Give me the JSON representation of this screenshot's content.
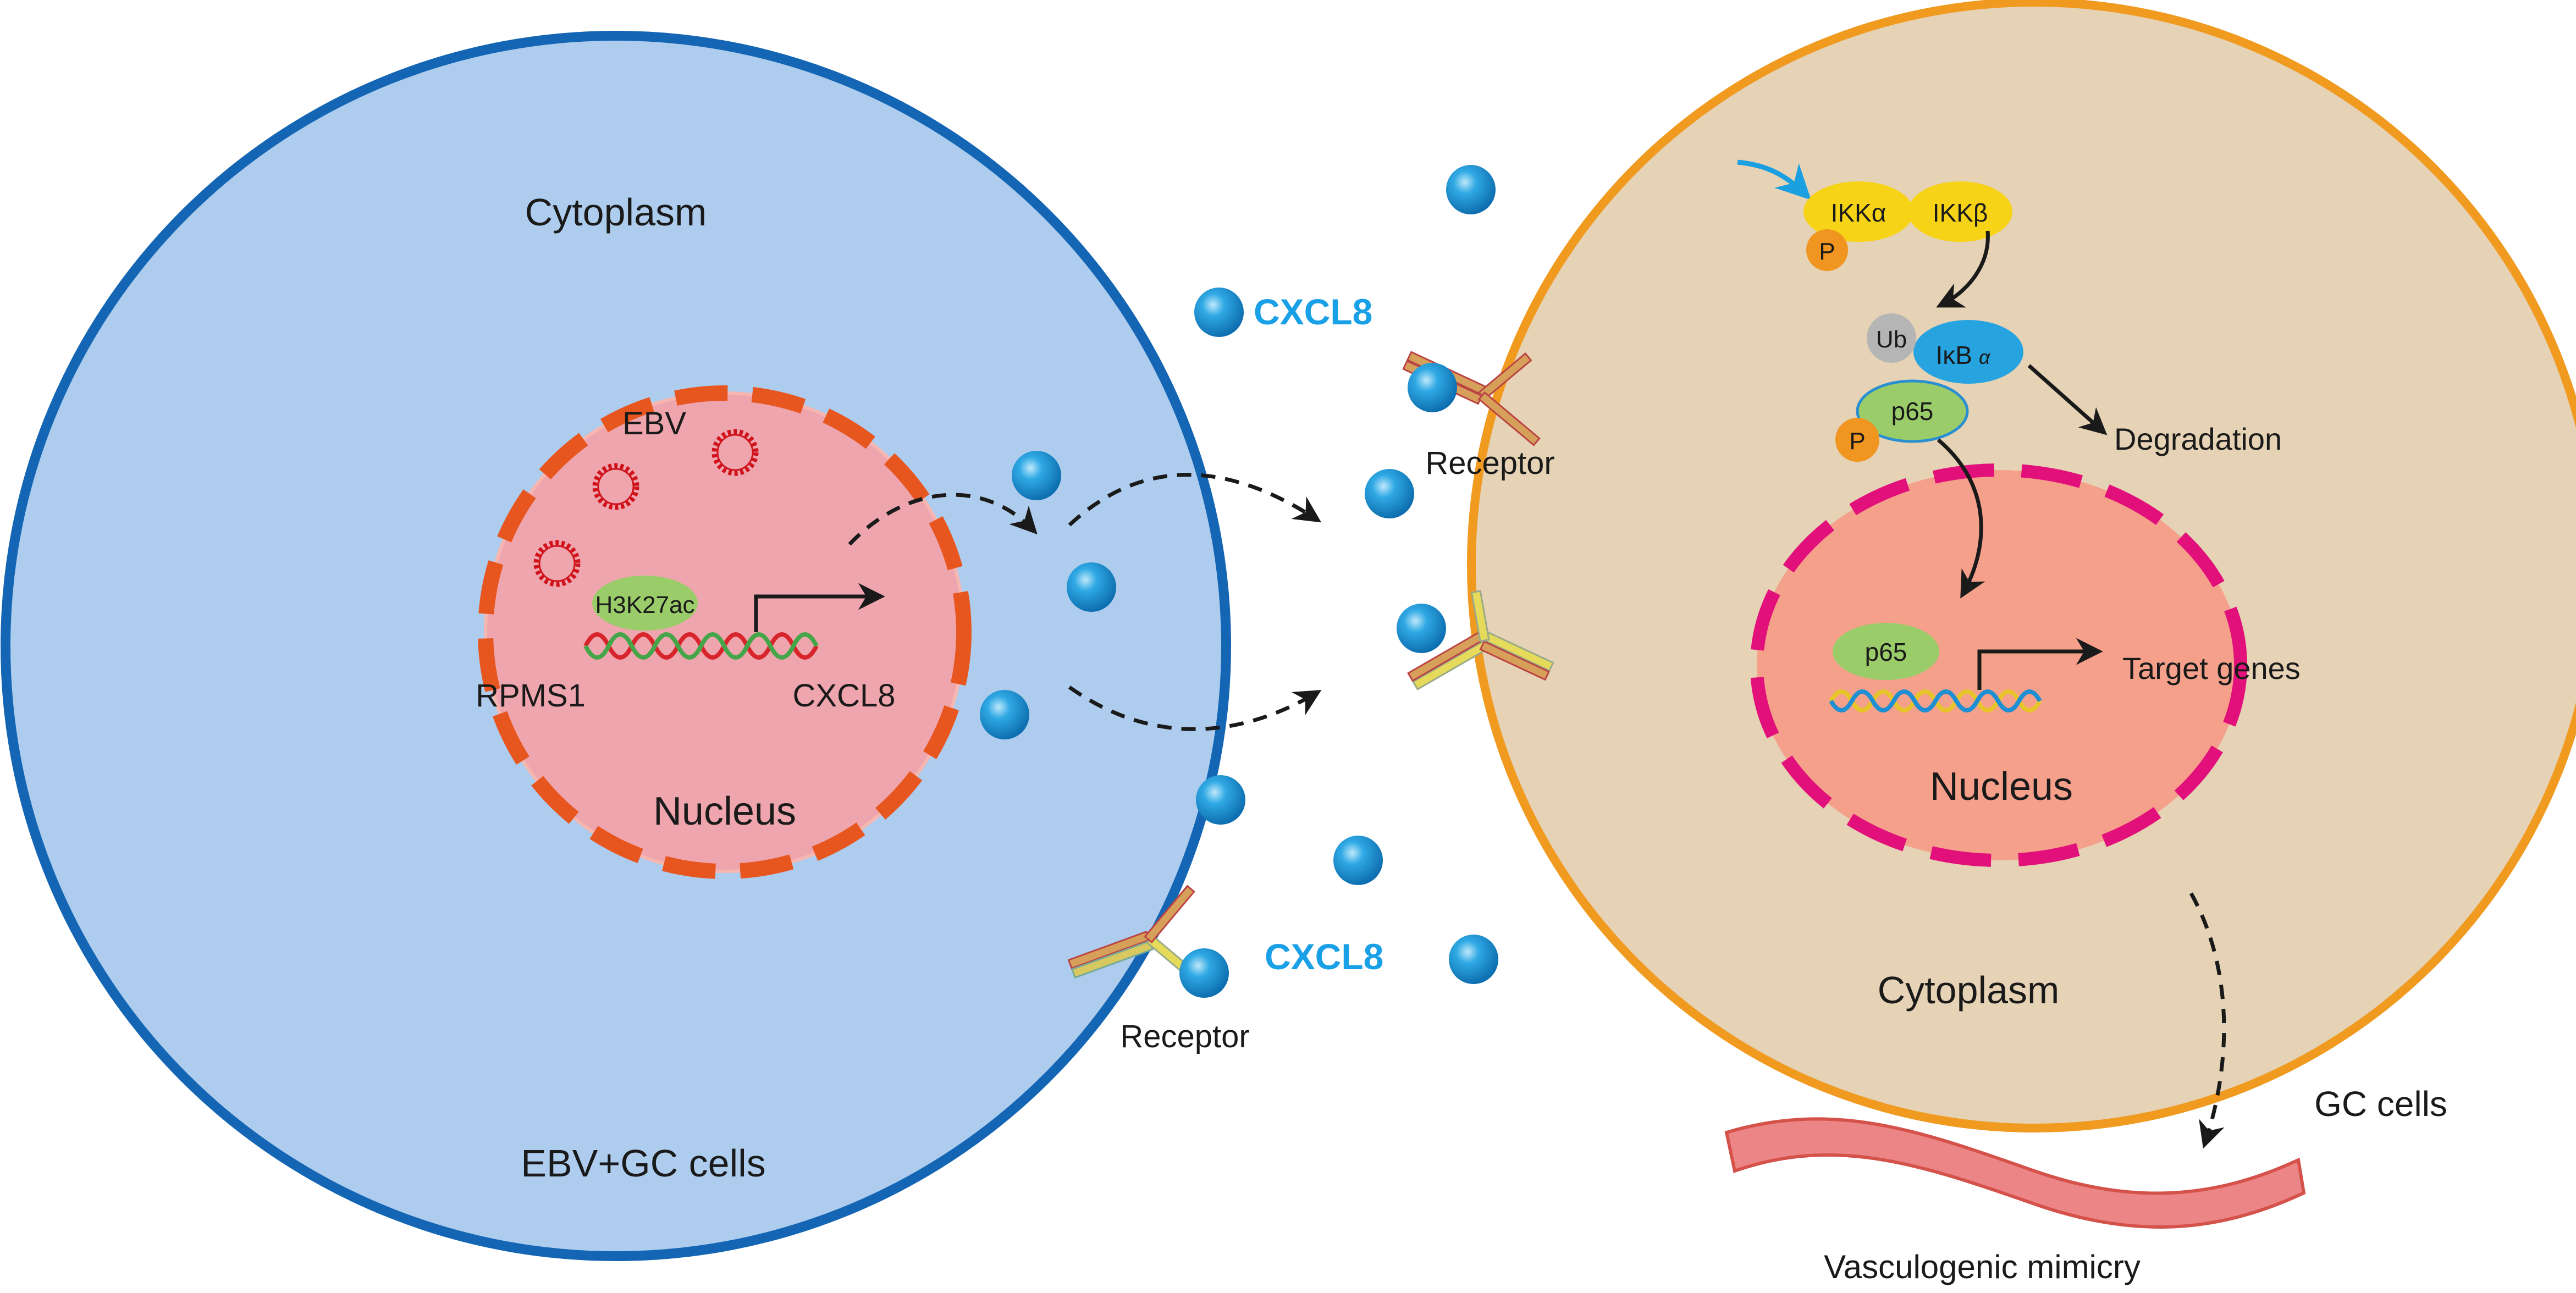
{
  "left_cell": {
    "cytoplasm_label": "Cytoplasm",
    "nucleus_label": "Nucleus",
    "ebv_label": "EBV",
    "histone_mark": "H3K27ac",
    "gene_rpms1": "RPMS1",
    "gene_cxcl8": "CXCL8",
    "cell_type_label": "EBV+GC cells",
    "receptor_label": "Receptor"
  },
  "extracellular": {
    "cytokine_label_top": "CXCL8",
    "cytokine_label_bottom": "CXCL8"
  },
  "right_cell": {
    "receptor_label": "Receptor",
    "ikk_alpha": "IKKα",
    "ikk_beta": "IKKβ",
    "phospho_label_1": "P",
    "ub_label": "Ub",
    "ikb_alpha": "IκB",
    "ikb_alpha_suffix": "α",
    "p65_cytoplasm": "p65",
    "phospho_label_2": "P",
    "degradation_label": "Degradation",
    "p65_nucleus": "p65",
    "target_genes_label": "Target genes",
    "nucleus_label": "Nucleus",
    "cytoplasm_label": "Cytoplasm",
    "cell_type_label": "GC cells"
  },
  "outcome": {
    "vessel_label": "Vasculogenic mimicry"
  },
  "colors": {
    "left_cell_fill": "#aecdee",
    "left_cell_border": "#1466b4",
    "left_nucleus_fill": "#eea5ad",
    "left_nucleus_border": "#e8561f",
    "right_cell_fill": "#e6d2b5",
    "right_cell_border": "#f09a20",
    "right_nucleus_fill": "#f5a08a",
    "right_nucleus_border": "#e2107a",
    "cytokine": "#1a9fe0",
    "cytokine_text": "#1aa0e6",
    "virus": "#d0121b",
    "histone": "#9bcc6a",
    "ikk": "#f6d316",
    "phospho": "#ef9520",
    "ub": "#b5b5b5",
    "ikb": "#27a4e0",
    "vessel": "#ec8585"
  }
}
